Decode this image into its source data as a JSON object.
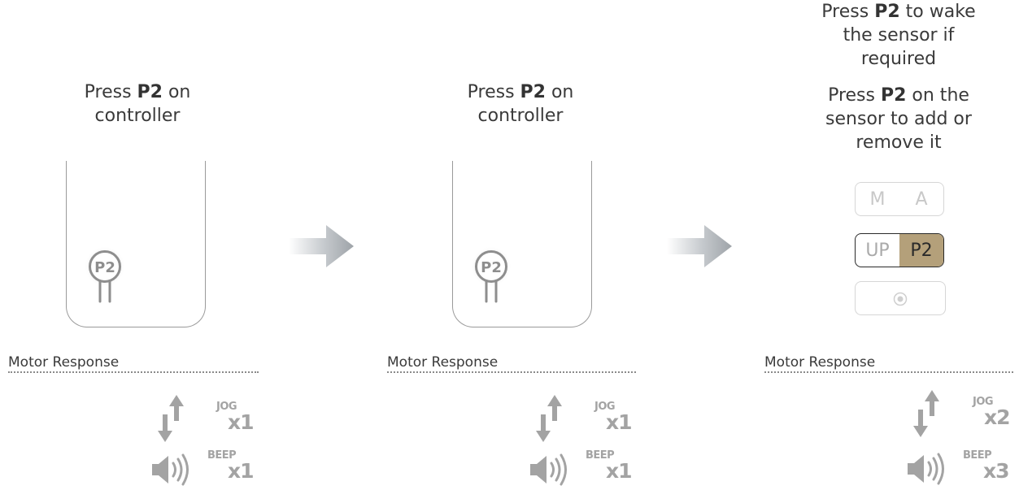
{
  "steps": [
    {
      "instruction_pre": "Press ",
      "instruction_bold": "P2",
      "instruction_post1": " on",
      "instruction_line2": "controller",
      "button_label": "P2",
      "motor_label": "Motor Response",
      "jog": {
        "label": "JOG",
        "count": "x1"
      },
      "beep": {
        "label": "BEEP",
        "count": "x1"
      }
    },
    {
      "instruction_pre": "Press ",
      "instruction_bold": "P2",
      "instruction_post1": " on",
      "instruction_line2": "controller",
      "button_label": "P2",
      "motor_label": "Motor Response",
      "jog": {
        "label": "JOG",
        "count": "x1"
      },
      "beep": {
        "label": "BEEP",
        "count": "x1"
      }
    },
    {
      "instruction_a_pre": "Press ",
      "instruction_a_bold": "P2",
      "instruction_a_post": " to wake",
      "instruction_a_line2": "the sensor if",
      "instruction_a_line3": "required",
      "instruction_b_pre": "Press ",
      "instruction_b_bold": "P2",
      "instruction_b_post": " on the",
      "instruction_b_line2": "sensor to add or",
      "instruction_b_line3": "remove it",
      "remote": {
        "m_label": "M",
        "a_label": "A",
        "up_label": "UP",
        "p2_label": "P2"
      },
      "motor_label": "Motor Response",
      "jog": {
        "label": "JOG",
        "count": "x2"
      },
      "beep": {
        "label": "BEEP",
        "count": "x3"
      }
    }
  ],
  "colors": {
    "accent_p2": "#b4a07a",
    "arrow": "#9ea3a8",
    "icon_grey": "#a3a3a3"
  }
}
